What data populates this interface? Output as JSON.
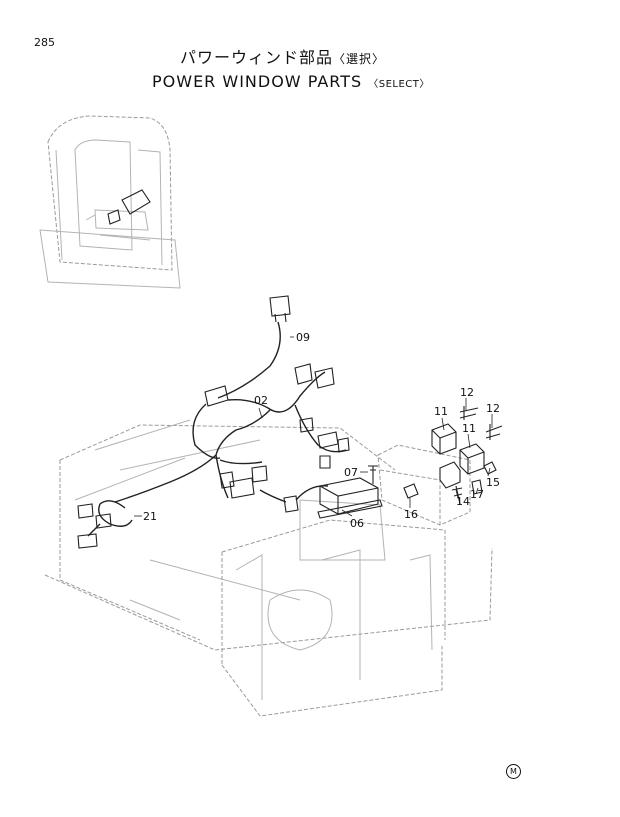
{
  "header": {
    "page_number": "285",
    "title_jp": "パワーウィンド部品",
    "title_jp_select": "〈選択〉",
    "title_en": "POWER WINDOW PARTS",
    "title_en_select": "〈SELECT〉"
  },
  "callouts": {
    "p09": "09",
    "p02": "02",
    "p07": "07",
    "p06": "06",
    "p21": "21",
    "p11a": "11",
    "p11b": "11",
    "p12a": "12",
    "p12b": "12",
    "p14": "14",
    "p15": "15",
    "p16": "16",
    "p17": "17"
  },
  "footer": {
    "mark": "M"
  }
}
